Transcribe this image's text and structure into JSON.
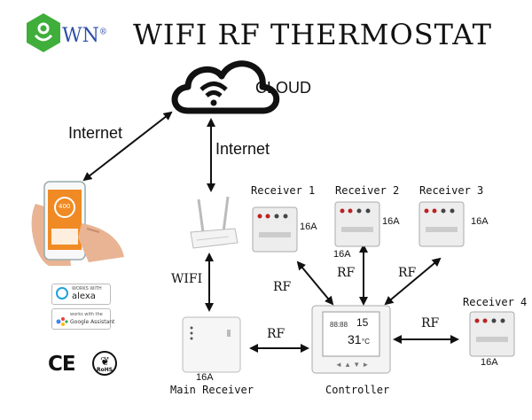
{
  "brand": {
    "name": "WN",
    "reg": "®"
  },
  "title": "WIFI RF THERMOSTAT",
  "cloud_label": "CLOUD",
  "internet_left": "Internet",
  "internet_right": "Internet",
  "wifi_label": "WIFI",
  "rf_labels": [
    "RF",
    "RF",
    "RF",
    "RF",
    "RF"
  ],
  "receivers": [
    {
      "name": "Receiver 1",
      "rating": "16A"
    },
    {
      "name": "Receiver 2",
      "rating": "16A"
    },
    {
      "name": "Receiver 3",
      "rating": "16A"
    },
    {
      "name": "Receiver 4",
      "rating": "16A"
    }
  ],
  "receiver2_extra_rating": "16A",
  "main_receiver": {
    "name": "Main Receiver",
    "rating": "16A"
  },
  "controller": {
    "name": "Controller",
    "setpoint": "15",
    "temperature": "31"
  },
  "phone": {
    "screen_value": "400"
  },
  "badges": {
    "alexa_top": "WORKS WITH",
    "alexa": "alexa",
    "google_top": "works with the",
    "google": "Google Assistant"
  },
  "marks": {
    "ce": "CE",
    "rohs": "RoHS"
  },
  "colors": {
    "brand_green": "#3fae3a",
    "brand_blue": "#2f4fa8",
    "phone_orange": "#f08a24"
  }
}
